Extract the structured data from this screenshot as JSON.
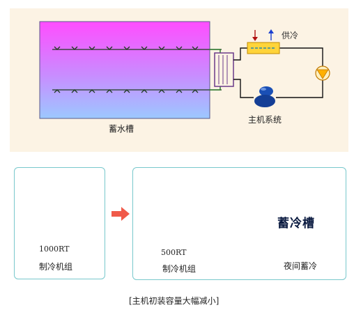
{
  "top_diagram": {
    "tank_label": "蓄水槽",
    "supply_label": "供冷",
    "main_system_label": "主机系统",
    "colors": {
      "panel_bg": "#fcf3e4",
      "tank_top": "#ff55ff",
      "tank_bottom": "#9ec8ff",
      "exchanger": "#ffd43a",
      "pump": "#ffb000",
      "chiller": "#1a4fb5",
      "supply_arrow": "#1a3fd0",
      "return_arrow": "#b01010",
      "pipe_green": "#2f7d2f"
    }
  },
  "bottom": {
    "left_panel": {
      "capacity": "1000RT",
      "name": "制冷机组"
    },
    "right_panel": {
      "capacity": "500RT",
      "name": "制冷机组",
      "plus_symbol": "+",
      "storage_box_label": "蓄冷槽",
      "storage_caption": "夜间蓄冷"
    },
    "arrow_color": "#f05a4a"
  },
  "footer_caption": "[主机初装容量大幅减小]"
}
